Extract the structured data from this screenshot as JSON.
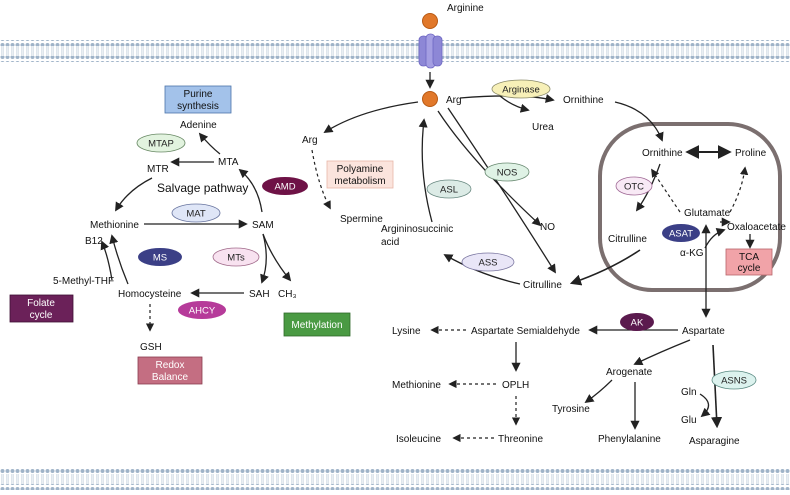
{
  "colors": {
    "membrane_head": "#9fb3c8",
    "membrane_tail": "#c7d3df",
    "transporter": "#8d87d6",
    "arginine_dot": "#e1782a",
    "mitochondrion_border": "#7b6f6f"
  },
  "metabolites": {
    "arginine": "Arginine",
    "arg_main": "Arg",
    "arg_left": "Arg",
    "ornithine_top": "Ornithine",
    "urea": "Urea",
    "ornithine_mito": "Ornithine",
    "proline": "Proline",
    "glutamate": "Glutamate",
    "oxaloacetate": "Oxaloacetate",
    "akg": "α-KG",
    "citrulline_mito": "Citrulline",
    "citrulline": "Citrulline",
    "no": "NO",
    "argsucc_line1": "Argininosuccinic",
    "argsucc_line2": "acid",
    "aspartate": "Aspartate",
    "asp_semialdehyde": "Aspartate Semialdehyde",
    "lysine": "Lysine",
    "oplh": "OPLH",
    "methionine_b": "Methionine",
    "threonine": "Threonine",
    "isoleucine": "Isoleucine",
    "arogenate": "Arogenate",
    "tyrosine": "Tyrosine",
    "phenylalanine": "Phenylalanine",
    "gln": "Gln",
    "glu": "Glu",
    "asparagine": "Asparagine",
    "spermine": "Spermine",
    "adenine": "Adenine",
    "mta": "MTA",
    "mtr": "MTR",
    "salvage": "Salvage pathway",
    "methionine": "Methionine",
    "sam": "SAM",
    "b12": "B12",
    "methylthf": "5-Methyl-THF",
    "homocysteine": "Homocysteine",
    "sah": "SAH",
    "ch3": "CH₃",
    "gsh": "GSH"
  },
  "enzymes": {
    "arginase": "Arginase",
    "nos": "NOS",
    "asl": "ASL",
    "ass": "ASS",
    "otc": "OTC",
    "asat": "ASAT",
    "ak": "AK",
    "asns": "ASNS",
    "amd": "AMD",
    "mtap": "MTAP",
    "mat": "MAT",
    "ms": "MS",
    "mts": "MTs",
    "ahcy": "AHCY"
  },
  "boxes": {
    "purine_line1": "Purine",
    "purine_line2": "synthesis",
    "polyamine_line1": "Polyamine",
    "polyamine_line2": "metabolism",
    "folate_line1": "Folate",
    "folate_line2": "cycle",
    "redox_line1": "Redox",
    "redox_line2": "Balance",
    "methylation": "Methylation",
    "tca_line1": "TCA",
    "tca_line2": "cycle"
  }
}
